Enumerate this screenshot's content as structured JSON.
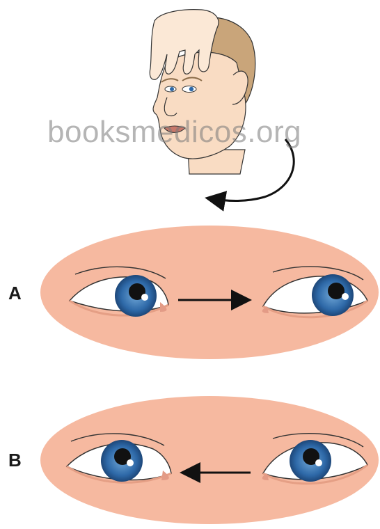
{
  "labels": {
    "a": "A",
    "b": "B"
  },
  "watermark": "booksmedicos.org",
  "colors": {
    "skin": "#f9dcc3",
    "hair": "#c9a57a",
    "face_oval": "#f6b9a0",
    "iris": "#2e69a8",
    "pupil": "#111111",
    "sclera": "#ffffff",
    "arrow": "#111111"
  },
  "panels": [
    {
      "id": "A",
      "arrow_direction": "right",
      "gaze": "right"
    },
    {
      "id": "B",
      "arrow_direction": "left",
      "gaze": "center"
    }
  ]
}
